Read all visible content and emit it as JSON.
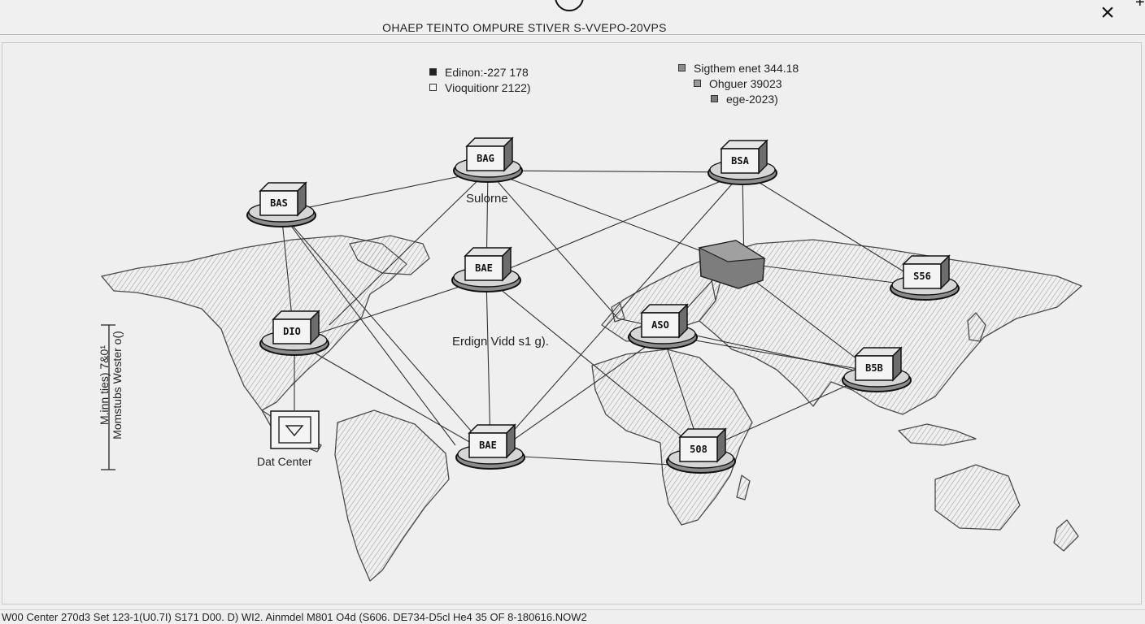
{
  "window": {
    "title": "OHAEP TEINTO OMPURE STIVER    S-VVEPO-20VPS",
    "close_glyph": "×",
    "plus_glyph": "+"
  },
  "legend_left": [
    {
      "label": "Edinon:-227 178",
      "color": "#222222"
    },
    {
      "label": "Vioquitionr 2122)",
      "color": "#f4f4f4"
    }
  ],
  "legend_right": [
    {
      "label": "Sigthem enet 344.18",
      "color": "#8a8a8a"
    },
    {
      "label": "Ohguer 39023",
      "color": "#9a9a9a"
    },
    {
      "label": "ege-2023)",
      "color": "#7a7a7a"
    }
  ],
  "labels": {
    "sublabel": "Sulorne",
    "center_text": "Erdign Vidd s1 g).",
    "data_center": "Dat Center",
    "vertical_axis": [
      "M.inn ties) 7&0¹",
      "Momstubs Wester o()"
    ]
  },
  "nodes": [
    {
      "id": "n1",
      "label": "BAG"
    },
    {
      "id": "n2",
      "label": "BAS"
    },
    {
      "id": "n3",
      "label": "BSA"
    },
    {
      "id": "n4",
      "label": "BAE"
    },
    {
      "id": "n5",
      "label": "DIO"
    },
    {
      "id": "n6",
      "label": "BAE"
    },
    {
      "id": "n7",
      "label": "ASO"
    },
    {
      "id": "n8",
      "label": "S56"
    },
    {
      "id": "n9",
      "label": "B5B"
    },
    {
      "id": "n10",
      "label": "508"
    }
  ],
  "status_bar": "W00 Center 270d3 Set 123-1(U0.7I) S171 D00. D) WI2. Ainmdel M801 O4d (S606. DE734-D5cl He4 35 OF 8-180616.NOW2"
}
